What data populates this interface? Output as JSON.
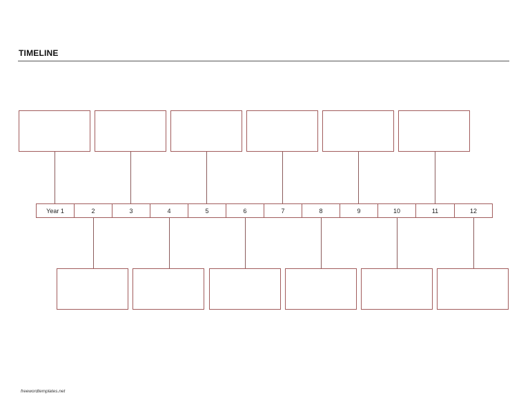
{
  "document": {
    "title": "TIMELINE",
    "footer": "freewordtemplates.net"
  },
  "timeline": {
    "years": [
      "Year 1",
      "2",
      "3",
      "4",
      "5",
      "6",
      "7",
      "8",
      "9",
      "10",
      "11",
      "12"
    ],
    "top_boxes": 6,
    "bottom_boxes": 6
  },
  "colors": {
    "box_border": "#a05a5a",
    "rule": "#555555"
  }
}
